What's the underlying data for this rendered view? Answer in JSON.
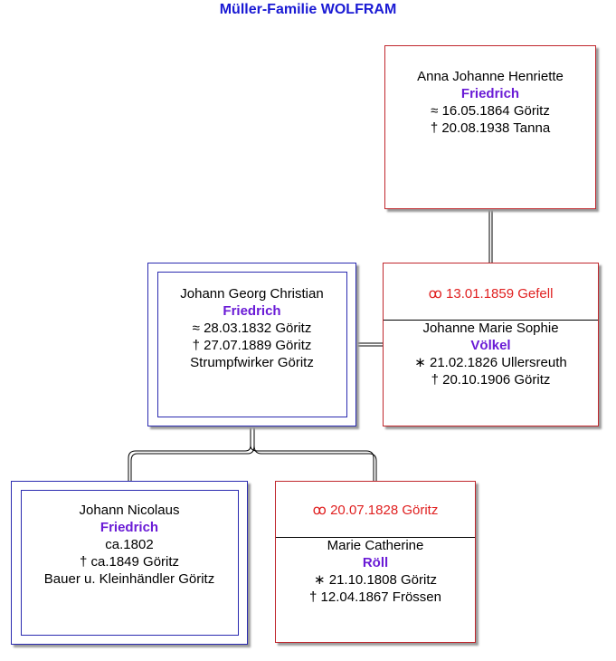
{
  "title": "Müller-Familie WOLFRAM",
  "persons": {
    "anna": {
      "given": "Anna Johanne Henriette",
      "surname": "Friedrich",
      "baptism": "≈  16.05.1864 Göritz",
      "death": "†  20.08.1938 Tanna"
    },
    "johann_georg": {
      "given": "Johann Georg Christian",
      "surname": "Friedrich",
      "baptism": "≈  28.03.1832 Göritz",
      "death": "†  27.07.1889 Göritz",
      "occupation": "Strumpfwirker Göritz"
    },
    "johanne_marie": {
      "marriage": "ꝏ  13.01.1859 Gefell",
      "given": "Johanne Marie Sophie",
      "surname": "Völkel",
      "birth": "∗  21.02.1826 Ullersreuth",
      "death": "†  20.10.1906 Göritz"
    },
    "johann_nicolaus": {
      "given": "Johann Nicolaus",
      "surname": "Friedrich",
      "birth": "ca.1802",
      "death": "† ca.1849 Göritz",
      "occupation": "Bauer u. Kleinhändler Göritz"
    },
    "marie_catherine": {
      "marriage": "ꝏ  20.07.1828 Göritz",
      "given": "Marie Catherine",
      "surname": "Röll",
      "birth": "∗  21.10.1808 Göritz",
      "death": "†  12.04.1867 Frössen"
    }
  }
}
